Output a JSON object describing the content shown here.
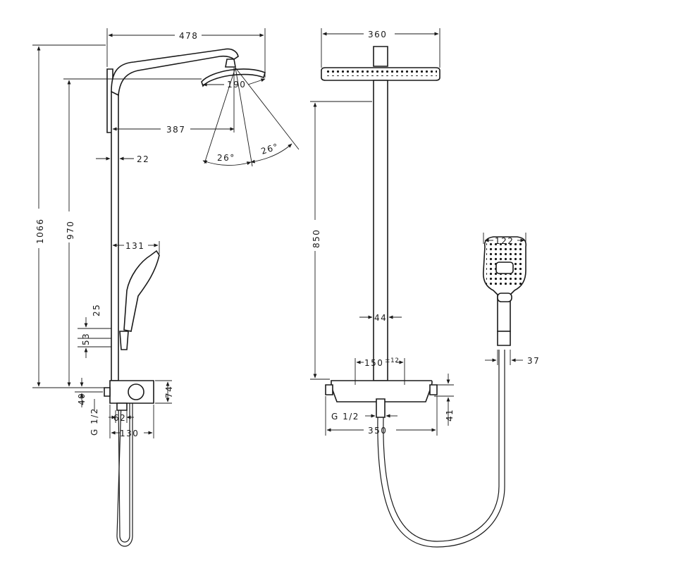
{
  "dimensions": {
    "side_total_width": "478",
    "head_diameter": "190",
    "arm_reach": "387",
    "pipe_gap": "22",
    "spray_angle_left": "26°",
    "spray_angle_right": "26°",
    "total_height": "1066",
    "head_height": "970",
    "handshower_offset": "131",
    "holder_spacing_a": "25",
    "holder_spacing_b": "53",
    "inlet_offset": "40",
    "thermostat_height": "74",
    "inlet_thread_side": "G 1/2",
    "outlet_width": "62",
    "thermostat_depth": "130",
    "front_head_width": "360",
    "front_pipe_height": "850",
    "pipe_diameter": "44",
    "inlet_spacing": "150",
    "inlet_spacing_tolerance": "±12",
    "inlet_thread_front": "G 1/2",
    "thermostat_width": "350",
    "thermostat_front_height": "41",
    "handshower_width": "122",
    "handle_width": "37"
  }
}
